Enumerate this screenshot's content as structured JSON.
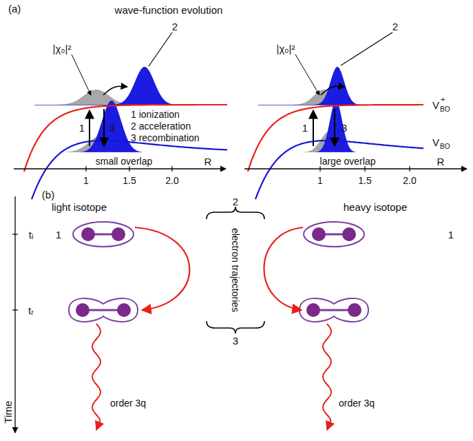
{
  "diagram": {
    "labels": [
      "(a)",
      "wave-function evolution",
      "2",
      "2",
      "|χ₀|²",
      "|χ₀|²",
      "V",
      "+",
      "BO",
      "1",
      "3",
      "1 ionization",
      "2 acceleration",
      "3 recombination",
      "1",
      "3",
      "V",
      "BO",
      "small overlap",
      "R",
      "large overlap",
      "R",
      "1",
      "1.5",
      "2.0",
      "1",
      "1.5",
      "2.0",
      "(b)",
      "light isotope",
      "heavy isotope",
      "tᵢ",
      "1",
      "1",
      "2",
      "electron trajectories",
      "3",
      "tᵣ",
      "order 3q",
      "order 3q",
      "Time"
    ]
  }
}
